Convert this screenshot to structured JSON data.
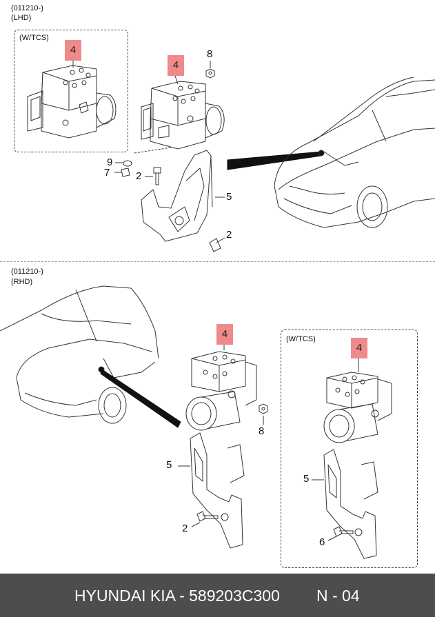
{
  "top": {
    "date_code": "(011210-)",
    "drive": "(LHD)",
    "inset_label": "(W/TCS)",
    "callouts": {
      "inset_part": "4",
      "main_part": "4",
      "nut": "8",
      "bolt_a": "9",
      "bolt_b": "7",
      "screw_left": "2",
      "bracket": "5",
      "screw_right": "2"
    }
  },
  "bottom": {
    "date_code": "(011210-)",
    "drive": "(RHD)",
    "inset_label": "(W/TCS)",
    "callouts": {
      "main_part": "4",
      "nut": "8",
      "bracket": "5",
      "screw": "2",
      "inset_part": "4",
      "inset_bracket": "5",
      "inset_screw": "6"
    }
  },
  "footer": {
    "part_info": "HYUNDAI  KIA - 589203C300",
    "page_code": "N - 04"
  },
  "colors": {
    "highlight": "#f08a8a",
    "footer_bg": "#4d4d4d",
    "line": "#333333"
  }
}
